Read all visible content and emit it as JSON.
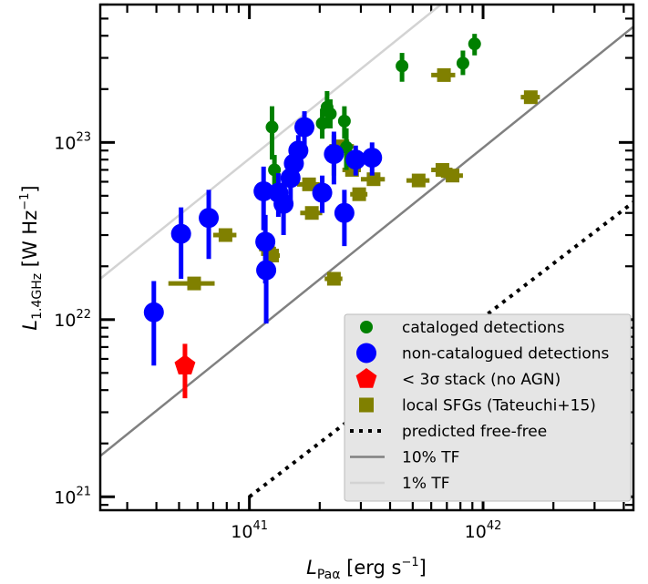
{
  "chart_data": {
    "type": "scatter",
    "xscale": "log",
    "yscale": "log",
    "xlim": [
      2.3e+40,
      4.4e+42
    ],
    "ylim": [
      8.4e+20,
      6e+23
    ],
    "xlabel": "L_Paα [erg s⁻¹]",
    "ylabel": "L_1.4GHz [W Hz⁻¹]",
    "xticks": [
      {
        "value": 1e+41,
        "label": "10^41"
      },
      {
        "value": 1e+42,
        "label": "10^42"
      }
    ],
    "yticks": [
      {
        "value": 1e+21,
        "label": "10^21"
      },
      {
        "value": 1e+22,
        "label": "10^22"
      },
      {
        "value": 1e+23,
        "label": "10^23"
      }
    ],
    "legend_position": "bottom-right",
    "series": [
      {
        "name": "cataloged detections",
        "marker": "circle",
        "color": "#008000",
        "points": [
          {
            "x": 1.25e+41,
            "y": 1.22e+23,
            "ylo": 8e+22,
            "yhi": 1.6e+23
          },
          {
            "x": 1.28e+41,
            "y": 7e+22,
            "ylo": 5.5e+22,
            "yhi": 8.5e+22
          },
          {
            "x": 2.05e+41,
            "y": 1.28e+23,
            "ylo": 1.05e+23,
            "yhi": 1.55e+23
          },
          {
            "x": 2.15e+41,
            "y": 1.58e+23,
            "ylo": 1.2e+23,
            "yhi": 1.95e+23
          },
          {
            "x": 2.22e+41,
            "y": 1.45e+23,
            "ylo": 1.2e+23,
            "yhi": 1.75e+23
          },
          {
            "x": 2.3e+41,
            "y": 8.7e+22,
            "ylo": 6.5e+22,
            "yhi": 1.1e+23
          },
          {
            "x": 2.55e+41,
            "y": 1.32e+23,
            "ylo": 1.05e+23,
            "yhi": 1.6e+23
          },
          {
            "x": 2.6e+41,
            "y": 9.4e+22,
            "ylo": 7e+22,
            "yhi": 1.2e+23
          },
          {
            "x": 4.5e+41,
            "y": 2.7e+23,
            "ylo": 2.2e+23,
            "yhi": 3.2e+23
          },
          {
            "x": 8.2e+41,
            "y": 2.8e+23,
            "ylo": 2.4e+23,
            "yhi": 3.3e+23
          },
          {
            "x": 9.2e+41,
            "y": 3.6e+23,
            "ylo": 3.1e+23,
            "yhi": 4.1e+23
          }
        ]
      },
      {
        "name": "non-catalogued detections",
        "marker": "circle",
        "color": "#0000ff",
        "points": [
          {
            "x": 3.9e+40,
            "y": 1.1e+22,
            "ylo": 5.5e+21,
            "yhi": 1.65e+22
          },
          {
            "x": 5.1e+40,
            "y": 3.05e+22,
            "ylo": 1.7e+22,
            "yhi": 4.3e+22
          },
          {
            "x": 6.7e+40,
            "y": 3.75e+22,
            "ylo": 2.2e+22,
            "yhi": 5.4e+22
          },
          {
            "x": 1.15e+41,
            "y": 5.3e+22,
            "ylo": 3.2e+22,
            "yhi": 7.3e+22
          },
          {
            "x": 1.17e+41,
            "y": 2.75e+22,
            "ylo": 1.6e+22,
            "yhi": 3.9e+22
          },
          {
            "x": 1.18e+41,
            "y": 1.9e+22,
            "ylo": 9.5e+21,
            "yhi": 2.8e+22
          },
          {
            "x": 1.33e+41,
            "y": 5.2e+22,
            "ylo": 3.8e+22,
            "yhi": 6.7e+22
          },
          {
            "x": 1.4e+41,
            "y": 4.5e+22,
            "ylo": 3e+22,
            "yhi": 6e+22
          },
          {
            "x": 1.5e+41,
            "y": 6.3e+22,
            "ylo": 4.6e+22,
            "yhi": 8e+22
          },
          {
            "x": 1.55e+41,
            "y": 7.6e+22,
            "ylo": 5.7e+22,
            "yhi": 9.5e+22
          },
          {
            "x": 1.62e+41,
            "y": 9e+22,
            "ylo": 7e+22,
            "yhi": 1.1e+23
          },
          {
            "x": 1.72e+41,
            "y": 1.22e+23,
            "ylo": 9.5e+22,
            "yhi": 1.5e+23
          },
          {
            "x": 2.05e+41,
            "y": 5.2e+22,
            "ylo": 4e+22,
            "yhi": 6.5e+22
          },
          {
            "x": 2.3e+41,
            "y": 8.6e+22,
            "ylo": 5.8e+22,
            "yhi": 1.15e+23
          },
          {
            "x": 2.55e+41,
            "y": 4e+22,
            "ylo": 2.6e+22,
            "yhi": 5.4e+22
          },
          {
            "x": 2.85e+41,
            "y": 8e+22,
            "ylo": 6.5e+22,
            "yhi": 9.6e+22
          },
          {
            "x": 3.35e+41,
            "y": 8.2e+22,
            "ylo": 6.5e+22,
            "yhi": 1e+23
          }
        ]
      },
      {
        "name": "< 3σ stack (no AGN)",
        "marker": "pentagon",
        "color": "#ff0000",
        "points": [
          {
            "x": 5.3e+40,
            "y": 5.5e+21,
            "ylo": 3.6e+21,
            "yhi": 7.3e+21
          }
        ]
      },
      {
        "name": "local SFGs (Tateuchi+15)",
        "marker": "square",
        "color": "#808000",
        "points": [
          {
            "x": 5.8e+40,
            "y": 1.6e+22,
            "xlo": 4.5e+40,
            "xhi": 7.1e+40
          },
          {
            "x": 7.9e+40,
            "y": 3e+22,
            "xlo": 7e+40,
            "xhi": 8.8e+40
          },
          {
            "x": 1.2e+41,
            "y": 2.5e+22,
            "xlo": 1.1e+41,
            "xhi": 1.3e+41
          },
          {
            "x": 1.25e+41,
            "y": 2.3e+22,
            "xlo": 1.15e+41,
            "xhi": 1.35e+41
          },
          {
            "x": 1.8e+41,
            "y": 5.8e+22,
            "xlo": 1.6e+41,
            "xhi": 2e+41
          },
          {
            "x": 1.85e+41,
            "y": 4e+22,
            "xlo": 1.65e+41,
            "xhi": 2.05e+41
          },
          {
            "x": 2.3e+41,
            "y": 1.7e+22,
            "xlo": 2.1e+41,
            "xhi": 2.5e+41
          },
          {
            "x": 2.5e+41,
            "y": 9.5e+22,
            "xlo": 2.2e+41,
            "xhi": 2.8e+41
          },
          {
            "x": 2.75e+41,
            "y": 7e+22,
            "xlo": 2.5e+41,
            "xhi": 3e+41
          },
          {
            "x": 2.95e+41,
            "y": 5.1e+22,
            "xlo": 2.7e+41,
            "xhi": 3.2e+41
          },
          {
            "x": 3.4e+41,
            "y": 6.2e+22,
            "xlo": 3e+41,
            "xhi": 3.8e+41
          },
          {
            "x": 5.3e+41,
            "y": 6.1e+22,
            "xlo": 4.7e+41,
            "xhi": 5.9e+41
          },
          {
            "x": 6.7e+41,
            "y": 7e+22,
            "xlo": 6e+41,
            "xhi": 7.4e+41
          },
          {
            "x": 6.8e+41,
            "y": 2.4e+23,
            "xlo": 6e+41,
            "xhi": 7.6e+41
          },
          {
            "x": 7.4e+41,
            "y": 6.5e+22,
            "xlo": 6.6e+41,
            "xhi": 8.2e+41
          },
          {
            "x": 1.6e+42,
            "y": 1.8e+23,
            "xlo": 1.45e+42,
            "xhi": 1.75e+42
          }
        ]
      }
    ],
    "lines": [
      {
        "name": "predicted free-free",
        "style": "dotted",
        "color": "#000000",
        "width": 4,
        "points": [
          [
            1e+41,
            1e+21
          ],
          [
            4.4e+42,
            4.6e+22
          ]
        ]
      },
      {
        "name": "10% TF",
        "style": "solid",
        "color": "#808080",
        "width": 2.5,
        "points": [
          [
            2.3e+40,
            1.7e+21
          ],
          [
            4.4e+42,
            4.5e+23
          ]
        ]
      },
      {
        "name": "1% TF",
        "style": "solid",
        "color": "#d3d3d3",
        "width": 2.5,
        "points": [
          [
            2.3e+40,
            1.7e+22
          ],
          [
            4.4e+42,
            4.5e+24
          ]
        ]
      }
    ]
  }
}
